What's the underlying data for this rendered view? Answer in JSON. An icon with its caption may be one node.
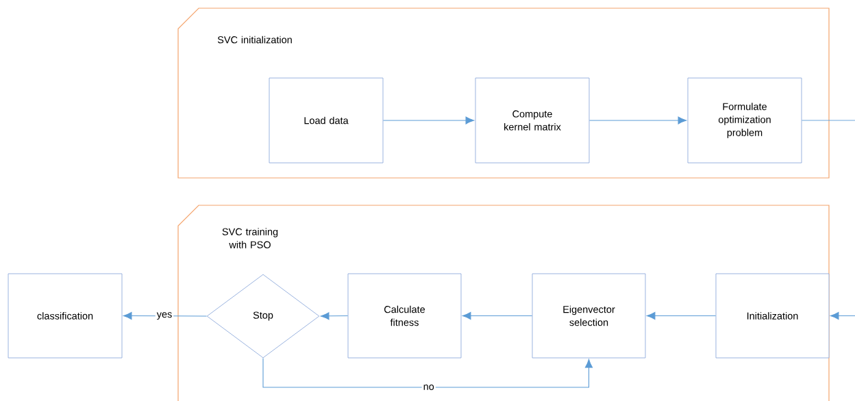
{
  "diagram": {
    "nodes": [
      {
        "text": [
          "SVC initialization"
        ]
      },
      {
        "text": [
          "Load data"
        ],
        "in": 0
      },
      {
        "text": [
          "Compute kernel matrix"
        ],
        "in": 0
      },
      {
        "text": [
          "Formulate optimization problem"
        ],
        "in": 0
      },
      {
        "text": [
          "SVC training with PSO"
        ]
      },
      {
        "text": [
          "classification"
        ]
      },
      {
        "text": [
          "Stop"
        ],
        "in": 4
      },
      {
        "text": [
          "Calculate fitness"
        ],
        "in": 4
      },
      {
        "text": [
          "Eigenvector selection"
        ],
        "in": 4
      },
      {
        "text": [
          "Initialization"
        ],
        "in": 4
      }
    ],
    "edges": [
      {
        "from": 1,
        "to": 2,
        "arrow": "to"
      },
      {
        "from": 2,
        "to": 3,
        "arrow": "to"
      },
      {
        "from": 3,
        "to": null,
        "arrow": "none"
      },
      {
        "from": null,
        "to": 9,
        "arrow": "to"
      },
      {
        "from": 9,
        "to": 8,
        "arrow": "to"
      },
      {
        "from": 8,
        "to": 7,
        "arrow": "to"
      },
      {
        "from": 7,
        "to": 6,
        "arrow": "to"
      },
      {
        "from": 6,
        "to": 5,
        "arrow": "to",
        "label": "yes"
      },
      {
        "from": 6,
        "to": 8,
        "arrow": "to",
        "label": "no"
      }
    ]
  }
}
